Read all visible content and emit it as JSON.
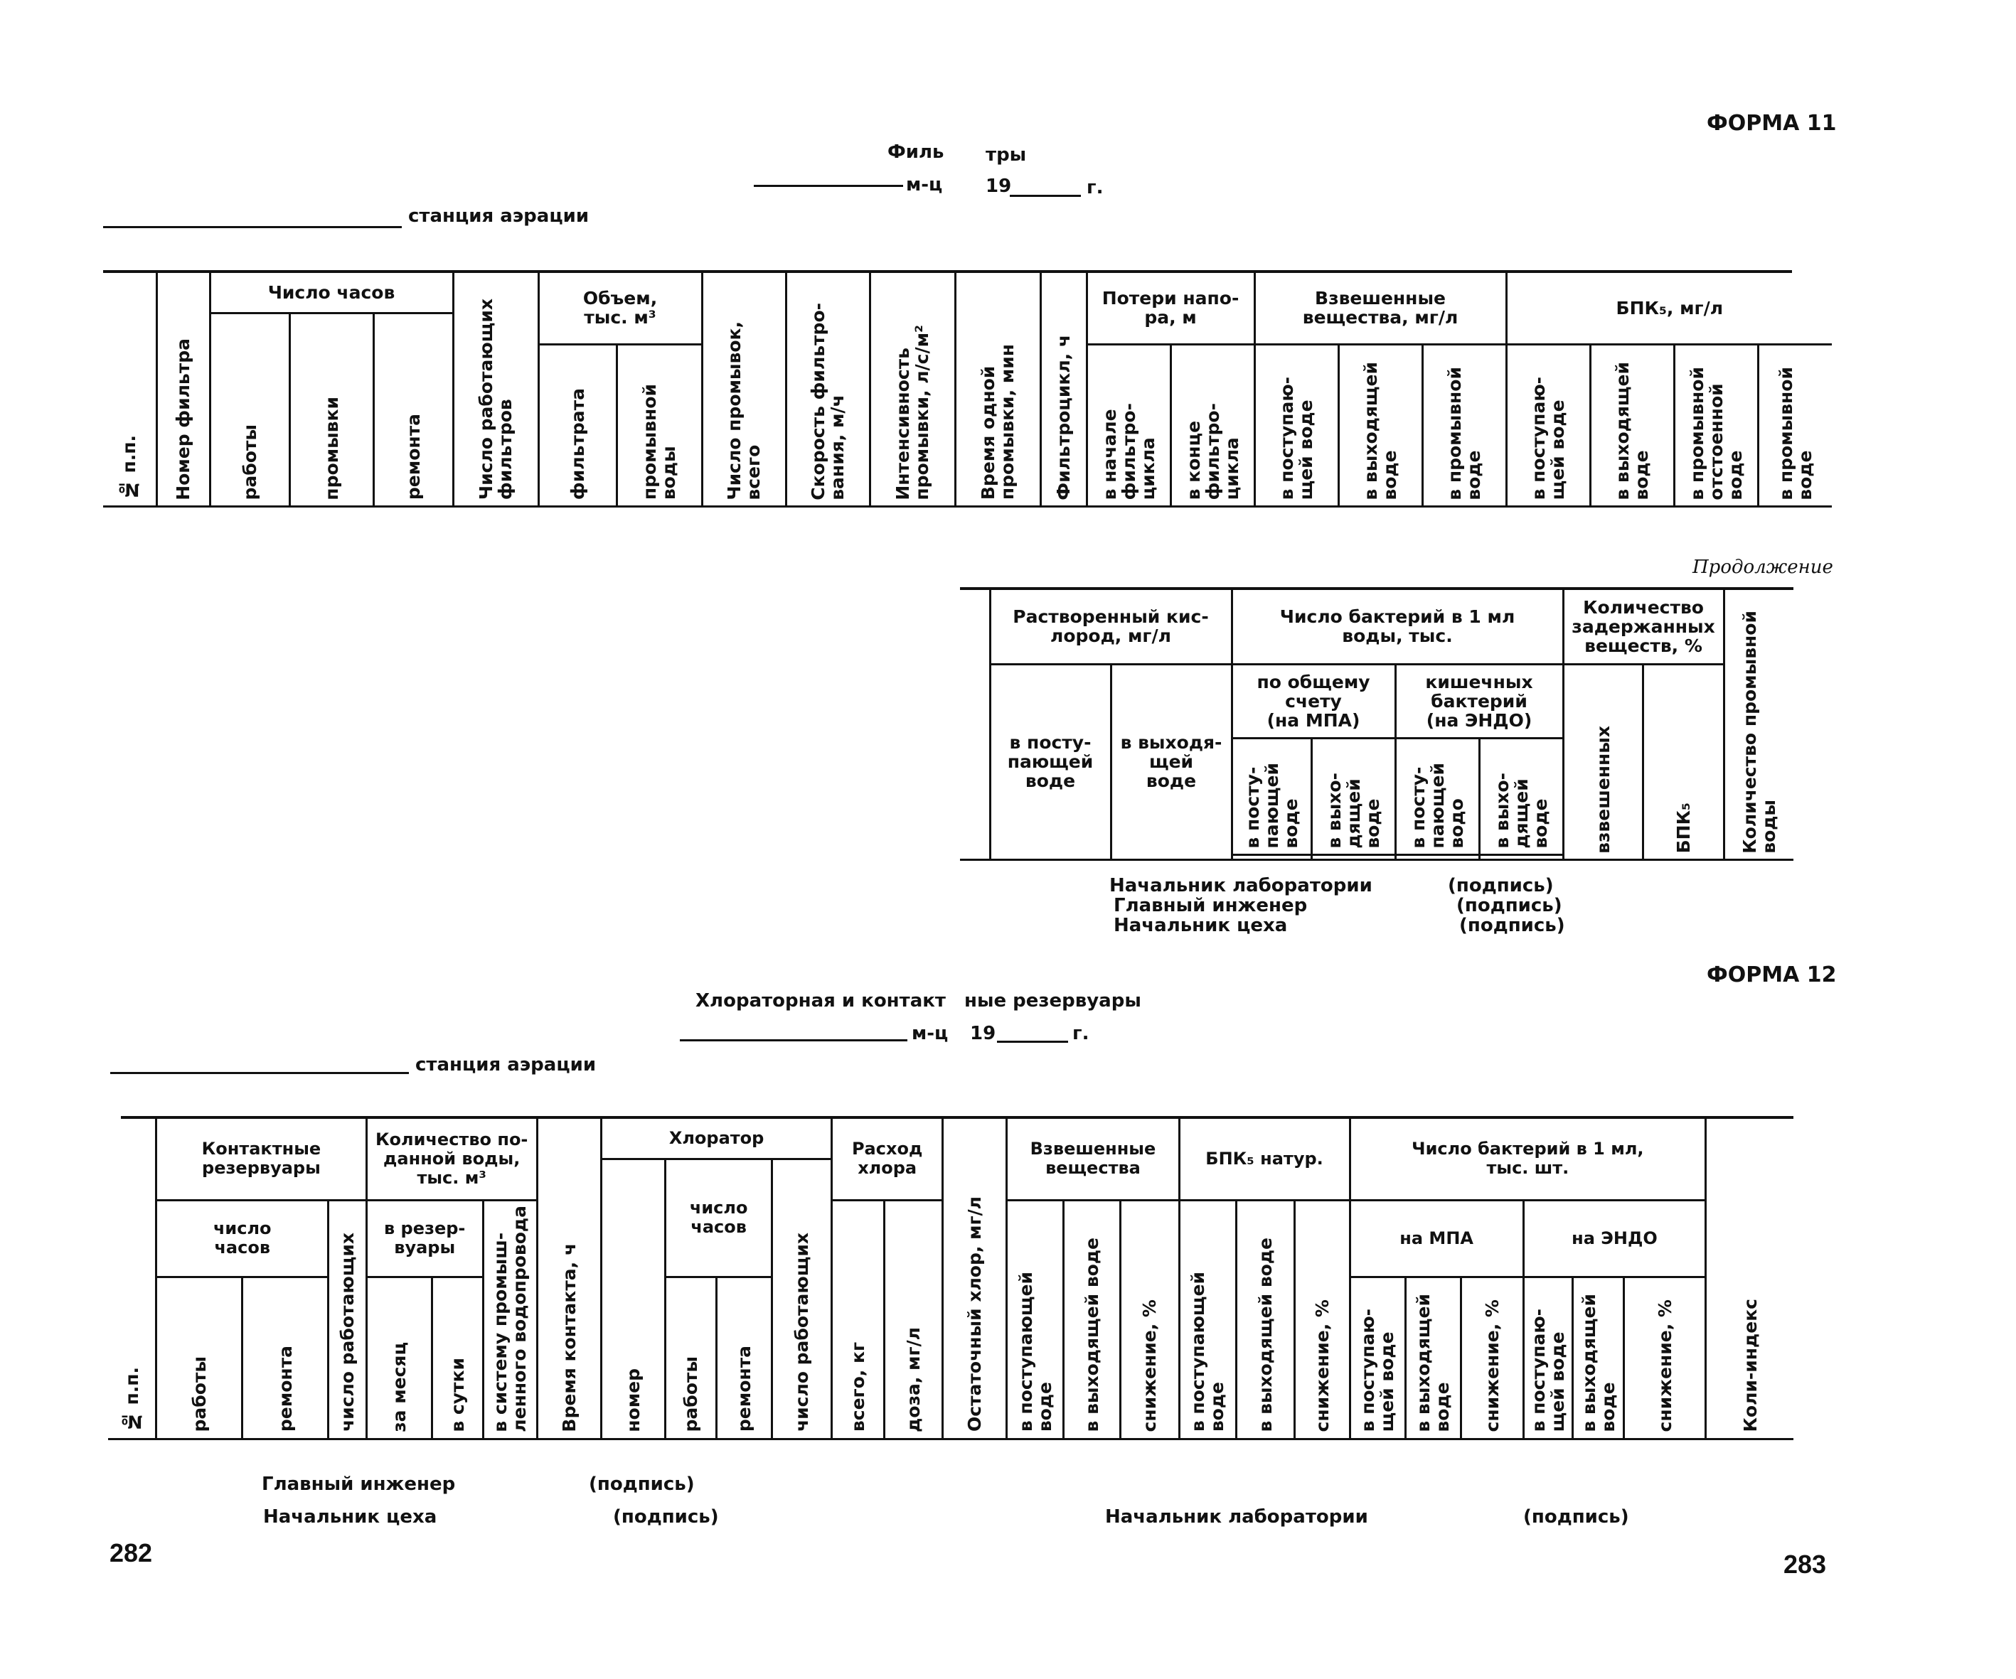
{
  "form11": {
    "form_label": "ФОРМА 11",
    "title_left": "Филь",
    "title_right": "тры",
    "month_suffix": "м-ц",
    "year_prefix": "19",
    "year_suffix": "г.",
    "station_label": "станция аэрации",
    "headers": {
      "num": "№ п.п.",
      "filter_number": "Номер фильтра",
      "hours": "Число часов",
      "hours_work": "работы",
      "hours_wash": "промывки",
      "hours_repair": "ремонта",
      "working_filters": "Число работающих\nфильтров",
      "volume": "Объем,\nтыс. м³",
      "volume_filtrate": "фильтрата",
      "volume_wash": "промывной\nводы",
      "washes_total": "Число промывок,\nвсего",
      "filtration_speed": "Скорость фильтро-\nвания, м/ч",
      "wash_intensity": "Интенсивность\nпромывки, л/с/м²",
      "wash_time": "Время одной\nпромывки, мин",
      "filter_cycle": "Фильтроцикл, ч",
      "head_loss": "Потери напо-\nра, м",
      "head_loss_start": "в начале\nфильтро-\nцикла",
      "head_loss_end": "в конце\nфильтро-\nцикла",
      "suspended": "Взвешенные\nвещества, мг/л",
      "susp_in": "в поступаю-\nщей воде",
      "susp_out": "в выходящей\nводе",
      "susp_wash": "в промывной\nводе",
      "bod": "БПК₅, мг/л",
      "bod_in": "в поступаю-\nщей воде",
      "bod_out": "в выходящей\nводе",
      "bod_settled": "в промывной\nотстоенной\nводе",
      "bod_wash": "в промывной\nводе"
    },
    "continuation_label": "Продолжение",
    "cont_headers": {
      "oxygen": "Растворенный кис-\nлород, мг/л",
      "oxygen_in": "в посту-\nпающей\nводе",
      "oxygen_out": "в выходя-\nщей\nводе",
      "bacteria": "Число бактерий в 1 мл\nводы, тыс.",
      "bact_total": "по общему\nсчету\n(на МПА)",
      "bact_intestinal": "кишечных\nбактерий\n(на ЭНДО)",
      "bact_total_in": "в посту-\nпающей\nводе",
      "bact_total_out": "в выхо-\nдящей\nводе",
      "bact_int_in": "в посту-\nпающей\nводо",
      "bact_int_out": "в выхо-\nдящей\nводе",
      "retained": "Количество\nзадержанных\nвеществ, %",
      "retained_susp": "взвешенных",
      "retained_bod": "БПК₅",
      "wash_water_amount": "Количество промывной\nводы"
    },
    "signatures": [
      {
        "role": "Начальник лаборатории",
        "sign": "(подпись)"
      },
      {
        "role": "Главный инженер",
        "sign": "(подпись)"
      },
      {
        "role": "Начальник цеха",
        "sign": "(подпись)"
      }
    ]
  },
  "form12": {
    "form_label": "ФОРМА 12",
    "title_left": "Хлораторная и контакт",
    "title_right": "ные резервуары",
    "month_suffix": "м-ц",
    "year_prefix": "19",
    "year_suffix": "г.",
    "station_label": "станция аэрации",
    "headers": {
      "num": "№ п.п.",
      "contact_tanks": "Контактные\nрезервуары",
      "ct_hours": "число\nчасов",
      "ct_work": "работы",
      "ct_repair": "ремонта",
      "ct_working_count": "число работающих",
      "water_supplied": "Количество по-\nданной воды,\nтыс. м³",
      "ws_to_tanks": "в резер-\nвуары",
      "ws_month": "за месяц",
      "ws_day": "в сутки",
      "ws_industrial": "в систему промыш-\nленного водопровода",
      "contact_time": "Время контакта, ч",
      "chlorinator": "Хлоратор",
      "chl_number": "номер",
      "chl_hours": "число\nчасов",
      "chl_work": "работы",
      "chl_repair": "ремонта",
      "chl_working_count": "число работающих",
      "chlorine_use": "Расход\nхлора",
      "cl_total": "всего, кг",
      "cl_dose": "доза, мг/л",
      "residual_chlorine": "Остаточный хлор, мг/л",
      "suspended": "Взвешенные\nвещества",
      "susp_in": "в поступающей\nводе",
      "susp_out": "в выходящей воде",
      "susp_reduction": "снижение, %",
      "bod": "БПК₅ натур.",
      "bod_in": "в поступающей\nводе",
      "bod_out": "в выходящей воде",
      "bod_reduction": "снижение, %",
      "bacteria": "Число бактерий в 1 мл,\nтыс. шт.",
      "mpa": "на МПА",
      "mpa_in": "в поступаю-\nщей воде",
      "mpa_out": "в выходящей\nводе",
      "mpa_reduction": "снижение, %",
      "endo": "на ЭНДО",
      "endo_in": "в поступаю-\nщей воде",
      "endo_out": "в выходящей\nводе",
      "endo_reduction": "снижение, %",
      "coli_index": "Коли-индекс"
    },
    "signatures_left": [
      {
        "role": "Главный инженер",
        "sign": "(подпись)"
      },
      {
        "role": "Начальник цеха",
        "sign": "(подпись)"
      }
    ],
    "signature_right": {
      "role": "Начальник лаборатории",
      "sign": "(подпись)"
    }
  },
  "page_numbers": {
    "left": "282",
    "right": "283"
  }
}
